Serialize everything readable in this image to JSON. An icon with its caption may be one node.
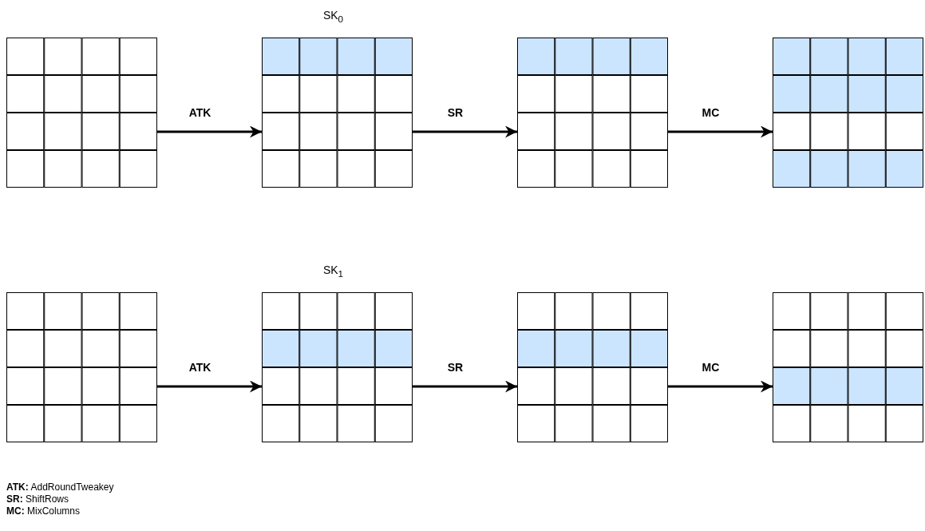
{
  "diagram": {
    "nodes": [
      {
        "text": [],
        "shape": "grid"
      },
      {
        "text": [],
        "shape": "grid",
        "beside": [
          "SK$_{0}$"
        ]
      },
      {
        "text": [],
        "shape": "grid"
      },
      {
        "text": [],
        "shape": "grid"
      },
      {
        "text": [],
        "shape": "grid"
      },
      {
        "text": [],
        "shape": "grid",
        "beside": [
          "SK$_{1}$"
        ]
      },
      {
        "text": [],
        "shape": "grid"
      },
      {
        "text": [],
        "shape": "grid"
      }
    ],
    "edges": [
      {
        "from": 0,
        "to": 1,
        "arrow": "to",
        "label": "ATK"
      },
      {
        "from": 1,
        "to": 2,
        "arrow": "to",
        "label": "SR"
      },
      {
        "from": 2,
        "to": 3,
        "arrow": "to",
        "label": "MC"
      },
      {
        "from": 4,
        "to": 5,
        "arrow": "to",
        "label": "ATK"
      },
      {
        "from": 5,
        "to": 6,
        "arrow": "to",
        "label": "SR"
      },
      {
        "from": 6,
        "to": 7,
        "arrow": "to",
        "label": "MC"
      }
    ],
    "labels": [
      "**ATK:** AddRoundTweakey",
      "**SR:** ShiftRows",
      "**MC:** MixColumns"
    ]
  }
}
